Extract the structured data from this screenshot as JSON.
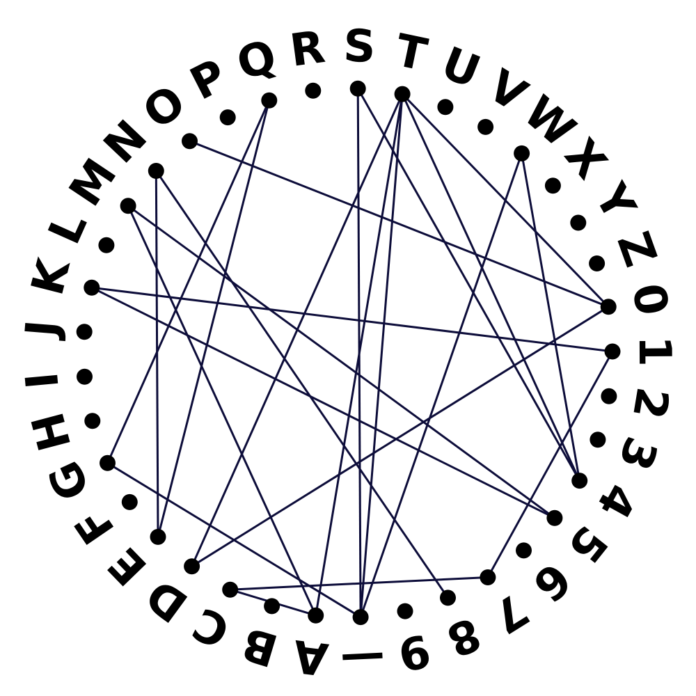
{
  "colors": {
    "background": "#ffffff",
    "label": "#000000",
    "dot": "#000000",
    "line": "#0d0d3a"
  },
  "labels": [
    "A",
    "B",
    "C",
    "D",
    "E",
    "F",
    "G",
    "H",
    "I",
    "J",
    "K",
    "L",
    "M",
    "N",
    "O",
    "P",
    "Q",
    "R",
    "S",
    "T",
    "U",
    "V",
    "W",
    "X",
    "Y",
    "Z",
    "0",
    "1",
    "2",
    "3",
    "4",
    "5",
    "6",
    "7",
    "8",
    "9",
    "—"
  ],
  "edges": [
    [
      "G",
      "—"
    ],
    [
      "—",
      "S"
    ],
    [
      "—",
      "T"
    ],
    [
      "C",
      "7"
    ],
    [
      "C",
      "A"
    ],
    [
      "A",
      "T"
    ],
    [
      "D",
      "T"
    ],
    [
      "D",
      "0"
    ],
    [
      "E",
      "Q"
    ],
    [
      "E",
      "N"
    ],
    [
      "G",
      "Q"
    ],
    [
      "K",
      "1"
    ],
    [
      "K",
      "5"
    ],
    [
      "M",
      "5"
    ],
    [
      "M",
      "A"
    ],
    [
      "N",
      "8"
    ],
    [
      "O",
      "0"
    ],
    [
      "T",
      "0"
    ],
    [
      "T",
      "4"
    ],
    [
      "S",
      "4"
    ],
    [
      "W",
      "4"
    ],
    [
      "W",
      "—"
    ],
    [
      "7",
      "1"
    ]
  ]
}
